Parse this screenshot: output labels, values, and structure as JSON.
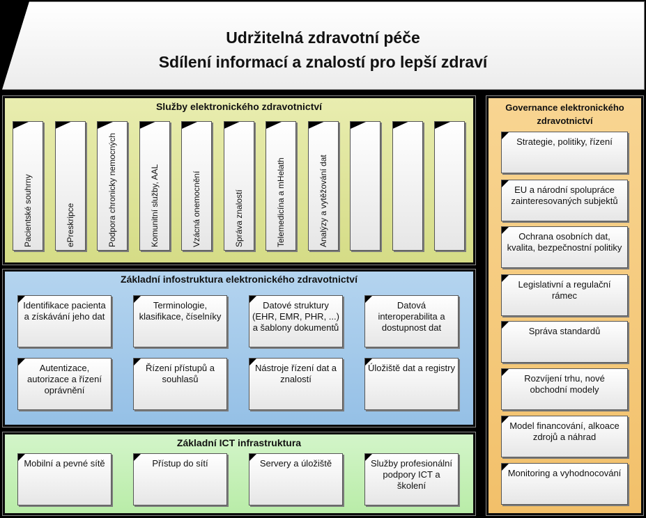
{
  "header": {
    "title_line1": "Udržitelná zdravotní péče",
    "title_line2": "Sdílení informací a znalostí pro lepší zdraví"
  },
  "services": {
    "title": "Služby elektronického zdravotnictví",
    "columns": [
      "Pacientské souhrny",
      "ePreskripce",
      "Podpora chronicky nemocných",
      "Komunitní služby, AAL",
      "Vzácná onemocnění",
      "Správa znalostí",
      "Telemedicína a mHelath",
      "Analýzy a vytěžování dat",
      "",
      "",
      ""
    ]
  },
  "infrastructure": {
    "title": "Základní infostruktura elektronického zdravotnictví",
    "boxes": [
      "Identifikace pacienta a získávání jeho dat",
      "Terminologie, klasifikace, číselníky",
      "Datové struktury (EHR, EMR, PHR, ...) a šablony dokumentů",
      "Datová interoperabilita a dostupnost dat",
      "Autentizace, autorizace a řízení oprávnění",
      "Řízení přístupů a souhlasů",
      "Nástroje řízení dat a znalostí",
      "Úložiště dat a registry"
    ]
  },
  "ict": {
    "title": "Základní ICT infrastruktura",
    "boxes": [
      "Mobilní a pevné sítě",
      "Přístup do sítí",
      "Servery a úložiště",
      "Služby profesionální podpory ICT a školení"
    ]
  },
  "governance": {
    "title": "Governance elektronického zdravotnictví",
    "boxes": [
      "Strategie, politiky, řízení",
      "EU a národní spolupráce zainteresovaných subjektů",
      "Ochrana osobních dat, kvalita, bezpečnostní politiky",
      "Legislativní a regulační rámec",
      "Správa standardů",
      "Rozvíjení trhu, nové obchodní modely",
      "Model financování, alkoace zdrojů a náhrad",
      "Monitoring a vyhodnocování"
    ]
  }
}
